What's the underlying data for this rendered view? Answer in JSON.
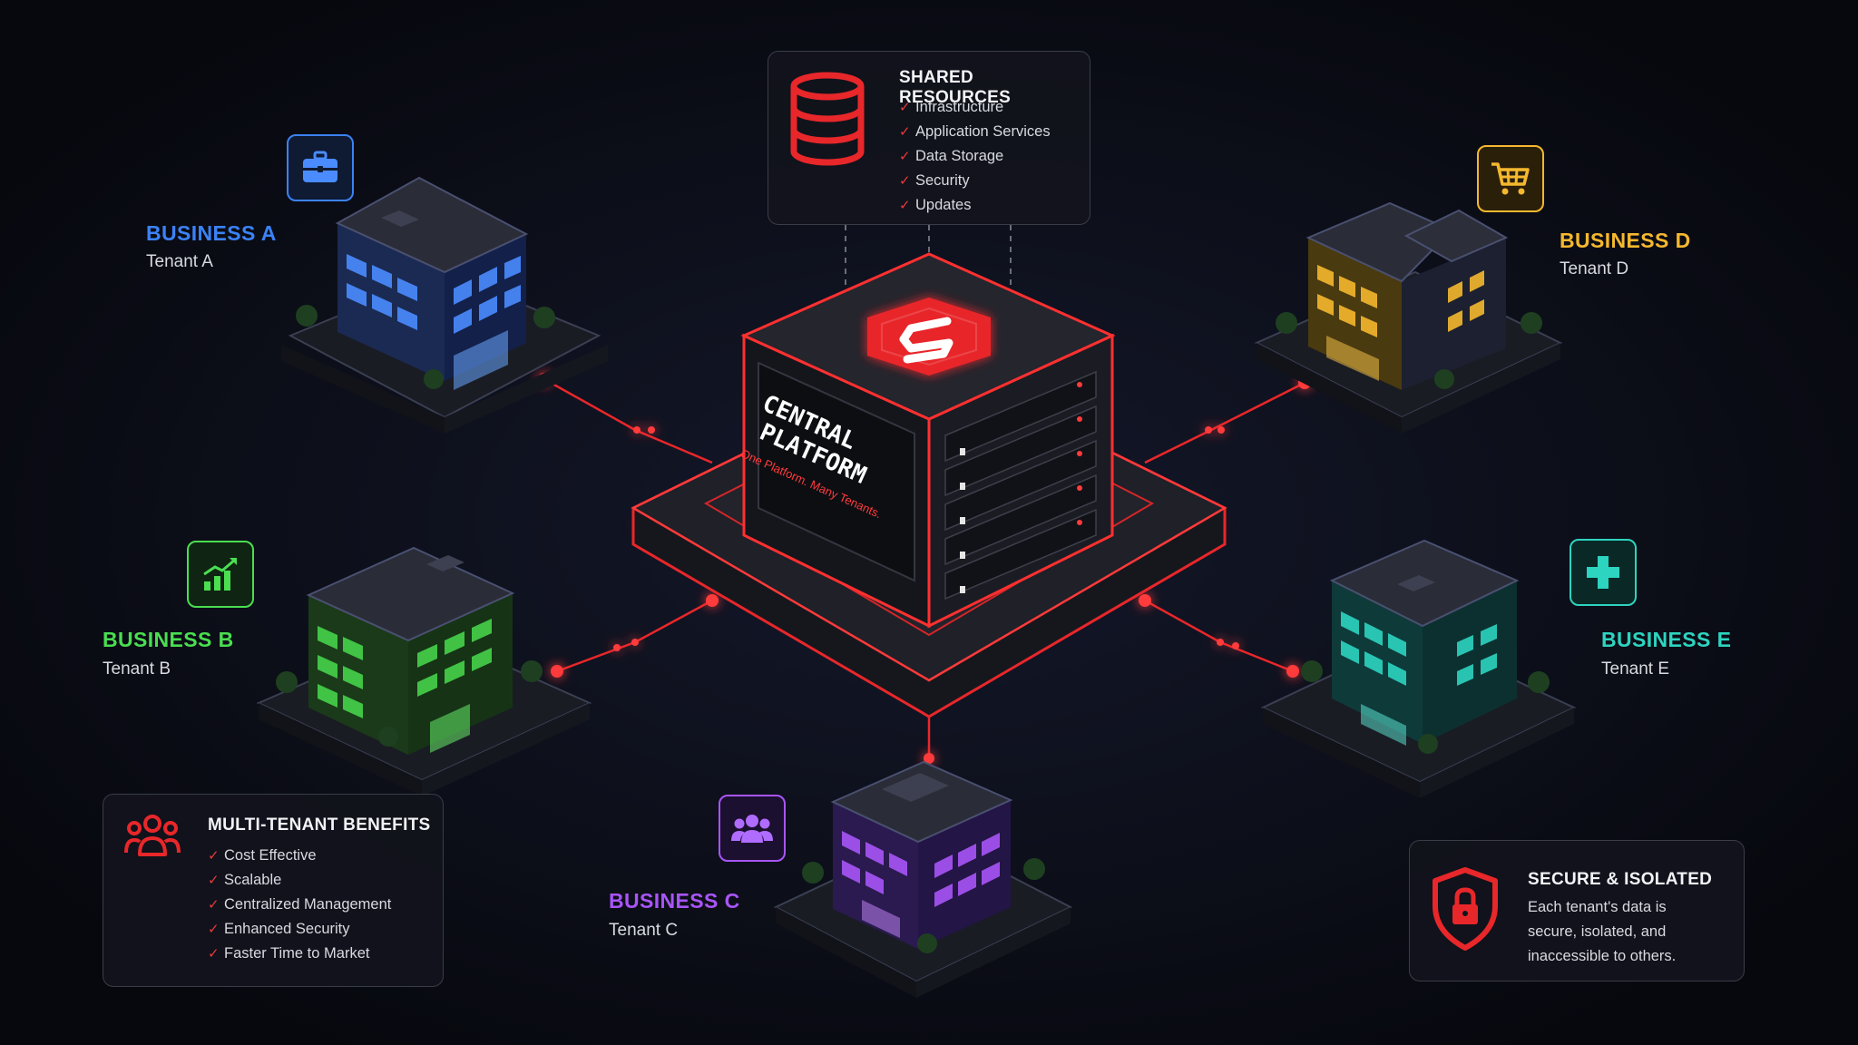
{
  "shared_resources": {
    "title": "SHARED RESOURCES",
    "items": [
      "Infrastructure",
      "Application Services",
      "Data Storage",
      "Security",
      "Updates"
    ]
  },
  "central": {
    "title_line1": "CENTRAL",
    "title_line2": "PLATFORM",
    "tagline": "One Platform. Many Tenants."
  },
  "tenants": [
    {
      "name": "BUSINESS A",
      "tenant": "Tenant A",
      "color": "#3b82f6",
      "icon": "briefcase-icon"
    },
    {
      "name": "BUSINESS B",
      "tenant": "Tenant B",
      "color": "#4ade50",
      "icon": "growth-chart-icon"
    },
    {
      "name": "BUSINESS C",
      "tenant": "Tenant C",
      "color": "#a855f7",
      "icon": "users-icon"
    },
    {
      "name": "BUSINESS D",
      "tenant": "Tenant D",
      "color": "#f5b82e",
      "icon": "shopping-cart-icon"
    },
    {
      "name": "BUSINESS E",
      "tenant": "Tenant E",
      "color": "#2dd4bf",
      "icon": "medical-cross-icon"
    }
  ],
  "benefits": {
    "title": "MULTI-TENANT BENEFITS",
    "items": [
      "Cost Effective",
      "Scalable",
      "Centralized Management",
      "Enhanced Security",
      "Faster Time to Market"
    ]
  },
  "secure": {
    "title": "SECURE & ISOLATED",
    "line1": "Each tenant's data is",
    "line2": "secure, isolated, and",
    "line3": "inaccessible to others."
  },
  "colors": {
    "accent": "#e8272a",
    "background": "#0a0c14"
  }
}
